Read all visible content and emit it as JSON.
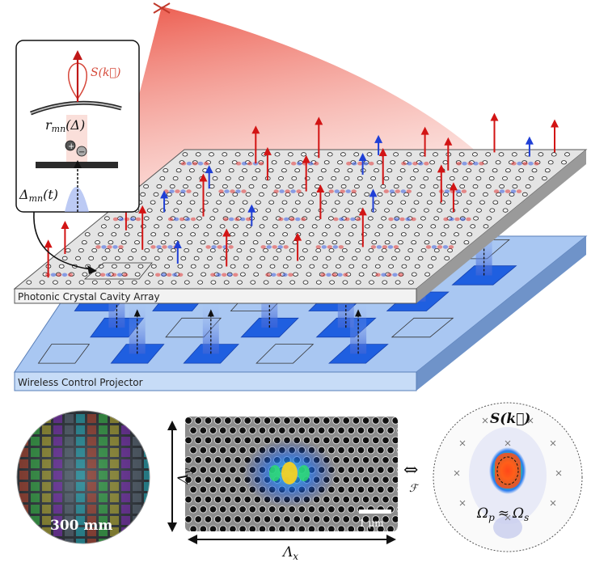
{
  "inset": {
    "emission_label": "S(k⃗)",
    "reflectivity_label": "r",
    "reflectivity_sub": "mn",
    "reflectivity_arg": "(Δ)",
    "detuning_label": "Δ",
    "detuning_sub": "mn",
    "detuning_arg": "(t)",
    "charge_plus": "+",
    "charge_minus": "−"
  },
  "layers": {
    "top_label": "Photonic Crystal Cavity Array",
    "bottom_label": "Wireless Control Projector"
  },
  "bottom": {
    "wafer_label": "300 mm",
    "lambda_y": "Λ",
    "lambda_y_sub": "y",
    "lambda_x": "Λ",
    "lambda_x_sub": "x",
    "scale_bar": "1 μm",
    "fourier_symbol": "⇔",
    "fourier_sub": "ℱ",
    "farfield_title": "S(k⃗)",
    "omega_p": "Ω",
    "omega_p_sub": "p",
    "approx": "≈",
    "omega_s": "Ω",
    "omega_s_sub": "s"
  },
  "colors": {
    "emission_red": "#d21414",
    "control_blue": "#1f3fd6",
    "projector_blue": "#a9c7f2",
    "pad_blue": "#1f5fe0",
    "slab_grey": "#e6e6e6"
  }
}
